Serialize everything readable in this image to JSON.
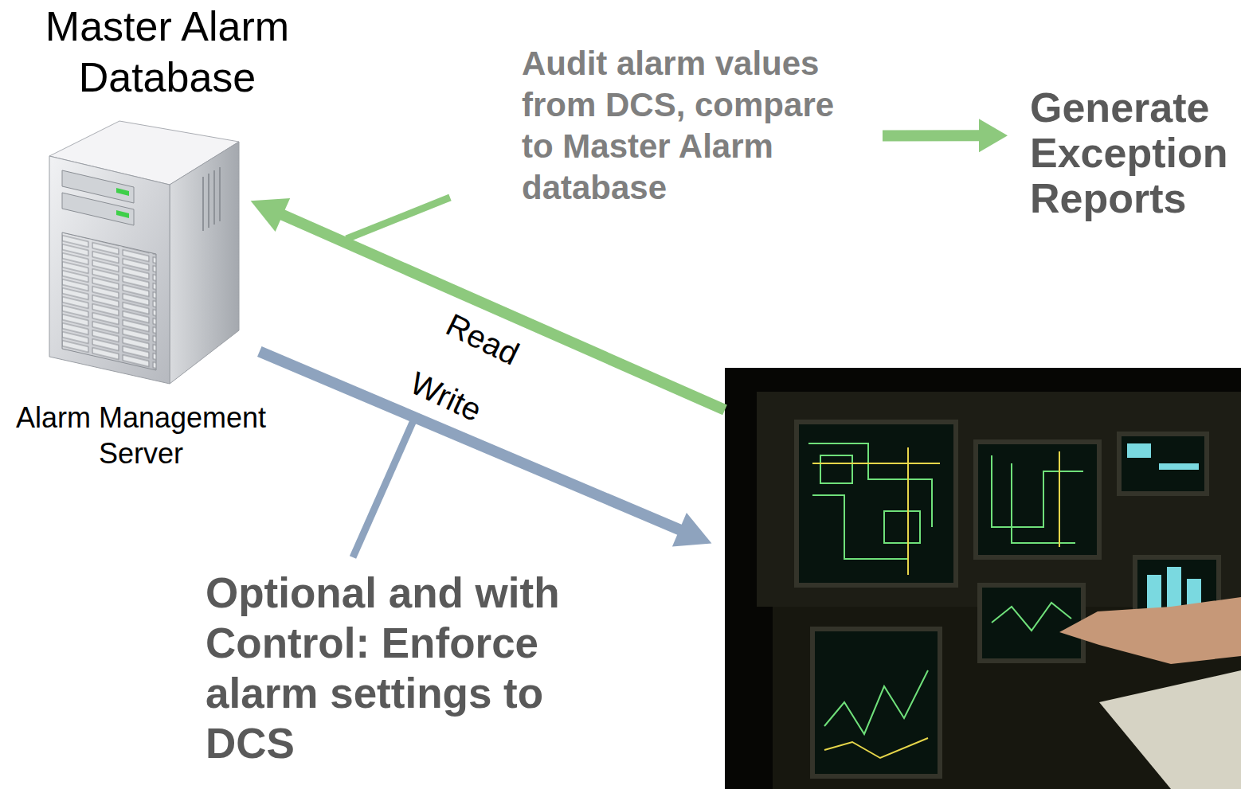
{
  "diagram": {
    "nodes": [
      {
        "text": [
          "Master Alarm Database",
          "Alarm Management Server"
        ]
      },
      {
        "text": [
          "Audit alarm values from DCS, compare to Master Alarm database"
        ]
      },
      {
        "text": [
          "Generate Exception Reports"
        ]
      },
      {
        "text": []
      }
    ],
    "edges": [
      {
        "from": 3,
        "to": 0,
        "arrow": "to",
        "label": "Read"
      },
      {
        "from": 0,
        "to": 3,
        "arrow": "to",
        "label": "Write"
      },
      {
        "from": 1,
        "to": 2,
        "arrow": "to"
      }
    ],
    "labels": [
      "Optional and with Control: Enforce alarm settings to DCS"
    ]
  }
}
